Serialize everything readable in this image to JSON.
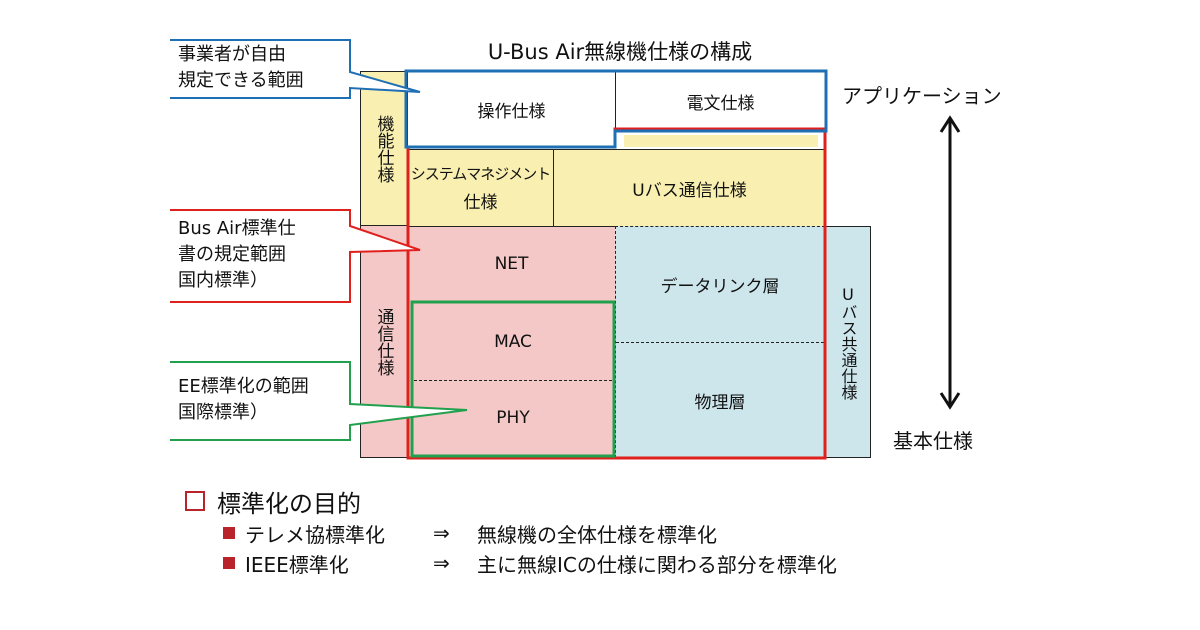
{
  "title": "U-Bus Air無線機仕様の構成",
  "axis": {
    "top_label": "アプリケーション",
    "bottom_label": "基本仕様",
    "arrow_icon": "double-headed-vertical-arrow"
  },
  "side_labels": {
    "function_spec": "機能仕様",
    "comm_spec": "通信仕様",
    "ubus_common_spec": "Uバス共通仕様"
  },
  "cells": {
    "operation_spec": "操作仕様",
    "message_spec": "電文仕様",
    "system_mgmt_spec_line1": "システムマネジメント",
    "system_mgmt_spec_line2": "仕様",
    "ubus_comm_spec": "Uバス通信仕様",
    "net": "NET",
    "mac": "MAC",
    "phy": "PHY",
    "data_link_layer": "データリンク層",
    "physical_layer": "物理層"
  },
  "callouts": [
    {
      "id": "operator",
      "lines": [
        "事業者が自由",
        "規定できる範囲"
      ],
      "color": "#1f6fb5"
    },
    {
      "id": "ubus-standard",
      "lines": [
        "Bus Air標準仕",
        "書の規定範囲",
        "国内標準）"
      ],
      "color": "#e0201c"
    },
    {
      "id": "ieee",
      "lines": [
        "EE標準化の範囲",
        "国際標準）"
      ],
      "color": "#21a04e"
    }
  ],
  "purpose": {
    "heading": "標準化の目的",
    "heading_icon": "hollow-square-bullet-icon",
    "items": [
      {
        "label": "テレメ協標準化",
        "arrow": "⇒",
        "description": "無線機の全体仕様を標準化"
      },
      {
        "label": "IEEE標準化",
        "arrow": "⇒",
        "description": "主に無線ICの仕様に関わる部分を標準化"
      }
    ],
    "bullet_color": "#b8242a"
  },
  "colors": {
    "blue_border": "#1f6fb5",
    "red_border": "#e0201c",
    "green_border": "#21a04e",
    "yellow_fill": "#f8efb0",
    "pink_fill": "#f5c8c8",
    "blue_fill": "#cde6ec"
  }
}
